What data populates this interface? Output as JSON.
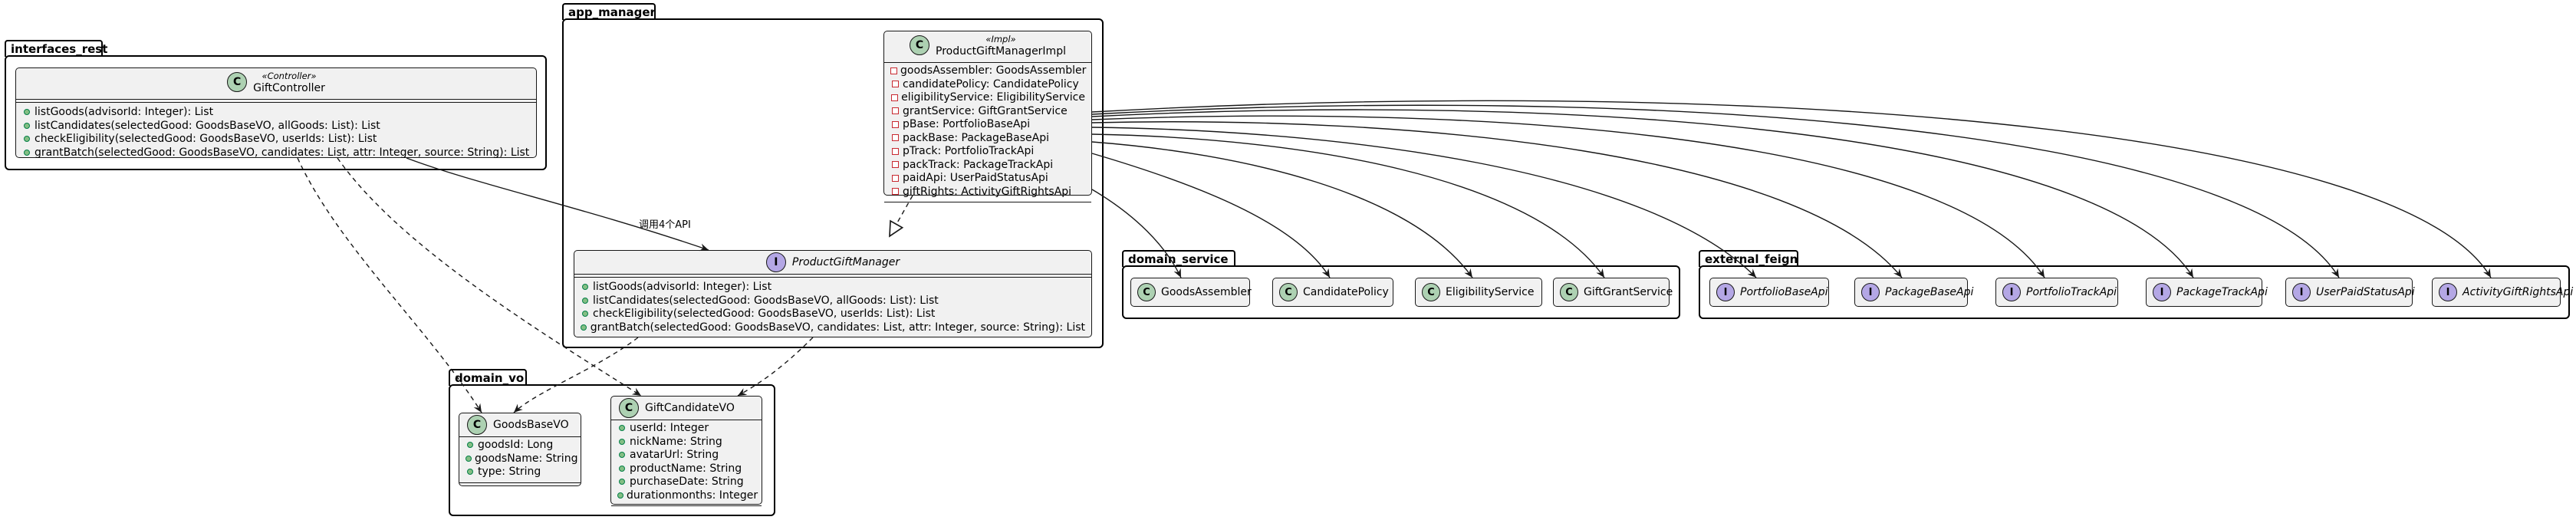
{
  "packages": {
    "interfaces_rest": "interfaces_rest",
    "app_manager": "app_manager",
    "domain_service": "domain_service",
    "external_feign": "external_feign",
    "domain_vo": "domain_vo"
  },
  "gift_controller": {
    "badge": "C",
    "stereotype": "«Controller»",
    "name": "GiftController",
    "methods": [
      "listGoods(advisorId: Integer): List",
      "listCandidates(selectedGood: GoodsBaseVO, allGoods: List): List",
      "checkEligibility(selectedGood: GoodsBaseVO, userIds: List): List",
      "grantBatch(selectedGood: GoodsBaseVO, candidates: List, attr: Integer, source: String): List"
    ]
  },
  "product_gift_manager_impl": {
    "badge": "C",
    "stereotype": "«Impl»",
    "name": "ProductGiftManagerImpl",
    "fields": [
      "goodsAssembler: GoodsAssembler",
      "candidatePolicy: CandidatePolicy",
      "eligibilityService: EligibilityService",
      "grantService: GiftGrantService",
      "pBase: PortfolioBaseApi",
      "packBase: PackageBaseApi",
      "pTrack: PortfolioTrackApi",
      "packTrack: PackageTrackApi",
      "paidApi: UserPaidStatusApi",
      "giftRights: ActivityGiftRightsApi"
    ]
  },
  "product_gift_manager": {
    "badge": "I",
    "name": "ProductGiftManager",
    "methods": [
      "listGoods(advisorId: Integer): List",
      "listCandidates(selectedGood: GoodsBaseVO, allGoods: List): List",
      "checkEligibility(selectedGood: GoodsBaseVO, userIds: List): List",
      "grantBatch(selectedGood: GoodsBaseVO, candidates: List, attr: Integer, source: String): List"
    ]
  },
  "domain_service_classes": [
    {
      "badge": "C",
      "name": "GoodsAssembler"
    },
    {
      "badge": "C",
      "name": "CandidatePolicy"
    },
    {
      "badge": "C",
      "name": "EligibilityService"
    },
    {
      "badge": "C",
      "name": "GiftGrantService"
    }
  ],
  "external_feign_interfaces": [
    {
      "badge": "I",
      "name": "PortfolioBaseApi"
    },
    {
      "badge": "I",
      "name": "PackageBaseApi"
    },
    {
      "badge": "I",
      "name": "PortfolioTrackApi"
    },
    {
      "badge": "I",
      "name": "PackageTrackApi"
    },
    {
      "badge": "I",
      "name": "UserPaidStatusApi"
    },
    {
      "badge": "I",
      "name": "ActivityGiftRightsApi"
    }
  ],
  "goods_base_vo": {
    "badge": "C",
    "name": "GoodsBaseVO",
    "fields": [
      "goodsId: Long",
      "goodsName: String",
      "type: String"
    ]
  },
  "gift_candidate_vo": {
    "badge": "C",
    "name": "GiftCandidateVO",
    "fields": [
      "userId: Integer",
      "nickName: String",
      "avatarUrl: String",
      "productName: String",
      "purchaseDate: String",
      "durationmonths: Integer"
    ]
  },
  "edge_labels": {
    "controller_to_manager": "调用4个API"
  },
  "colors": {
    "class_badge": "#add1b2",
    "interface_badge": "#b4a7e5",
    "box_fill": "#f1f1f1",
    "line": "#181818"
  }
}
